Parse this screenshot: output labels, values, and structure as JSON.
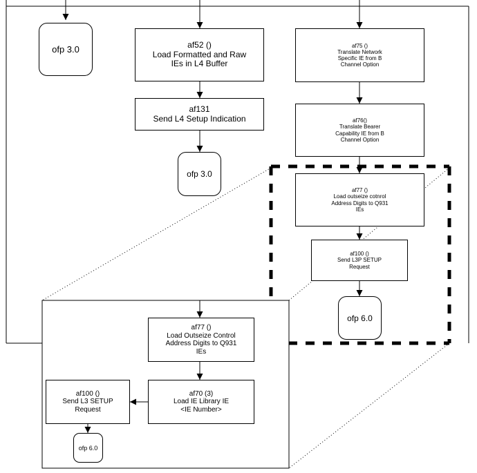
{
  "main_flow": {
    "terminator_left": "ofp 3.0",
    "af52": {
      "l1": "af52 ()",
      "l2": "Load Formatted and Raw",
      "l3": "IEs in L4 Buffer"
    },
    "af131": {
      "l1": "af131",
      "l2": "Send L4 Setup Indication"
    },
    "terminator_mid": "ofp 3.0"
  },
  "right_flow": {
    "af75": {
      "l1": "af75 ()",
      "l2": "Translate Network",
      "l3": "Specific  IE from B",
      "l4": "Channel Option"
    },
    "af76": {
      "l1": "af76()",
      "l2": "Translate Bearer",
      "l3": "Capability IE from B",
      "l4": "Channel Option"
    },
    "af77": {
      "l1": "af77 ()",
      "l2": "Load outseize cotnrol",
      "l3": "Address Digits to Q931",
      "l4": "IEs"
    },
    "af100": {
      "l1": "af100 ()",
      "l2": "Send L3P SETUP",
      "l3": "Request"
    },
    "terminator": "ofp 6.0"
  },
  "zoom_view": {
    "af77": {
      "l1": "af77 ()",
      "l2": "Load Outseize Control",
      "l3": "Address Digits to Q931",
      "l4": "IEs"
    },
    "af70": {
      "l1": "af70 (3)",
      "l2": "Load IE Library IE",
      "l3": "<IE Number>"
    },
    "af100": {
      "l1": "af100 ()",
      "l2": "Send L3 SETUP",
      "l3": "Request"
    },
    "terminator": "ofp 6.0"
  }
}
